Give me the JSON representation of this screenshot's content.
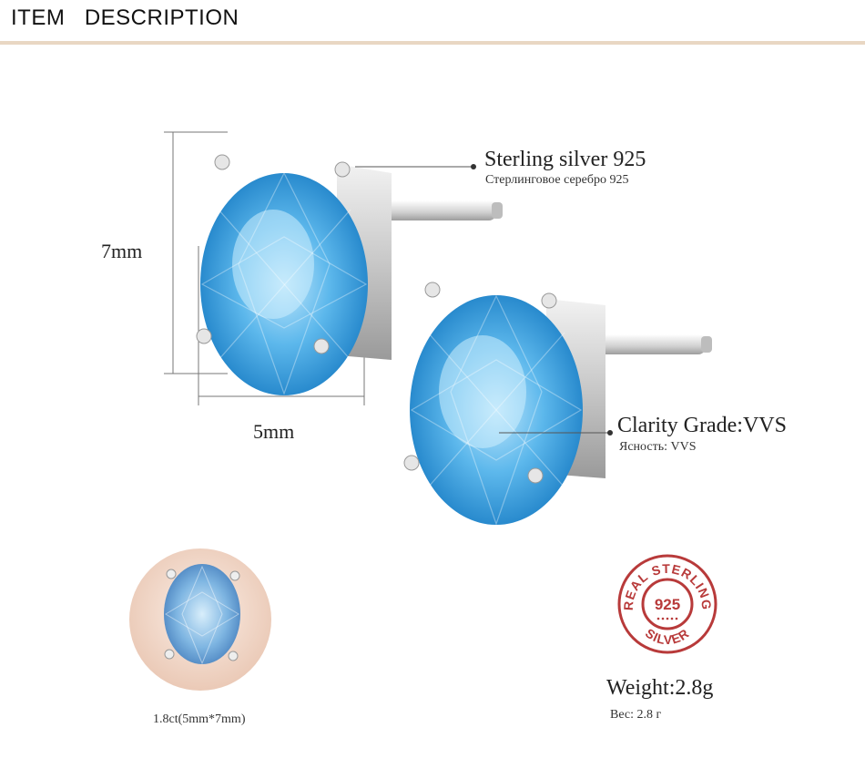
{
  "header": {
    "title": "ITEM   DESCRIPTION"
  },
  "dimensions": {
    "height_label": "7mm",
    "width_label": "5mm"
  },
  "specs": {
    "material_label": "Sterling silver 925",
    "material_label_ru": "Стерлинговое серебро 925",
    "clarity_label": "Clarity Grade:VVS",
    "clarity_label_ru": "Ясность: VVS",
    "weight_label": "Weight:2.8g",
    "weight_label_ru": "Вес: 2.8 г"
  },
  "stamp": {
    "top_text": "REAL STERLING",
    "center_text": "925",
    "bottom_text": "SILVER"
  },
  "thumbnail": {
    "caption": "1.8ct(5mm*7mm)"
  },
  "colors": {
    "accent_rule": "#e9d7c3",
    "stamp_red": "#b83a3a",
    "gem_blue": "#3aa4e0"
  }
}
